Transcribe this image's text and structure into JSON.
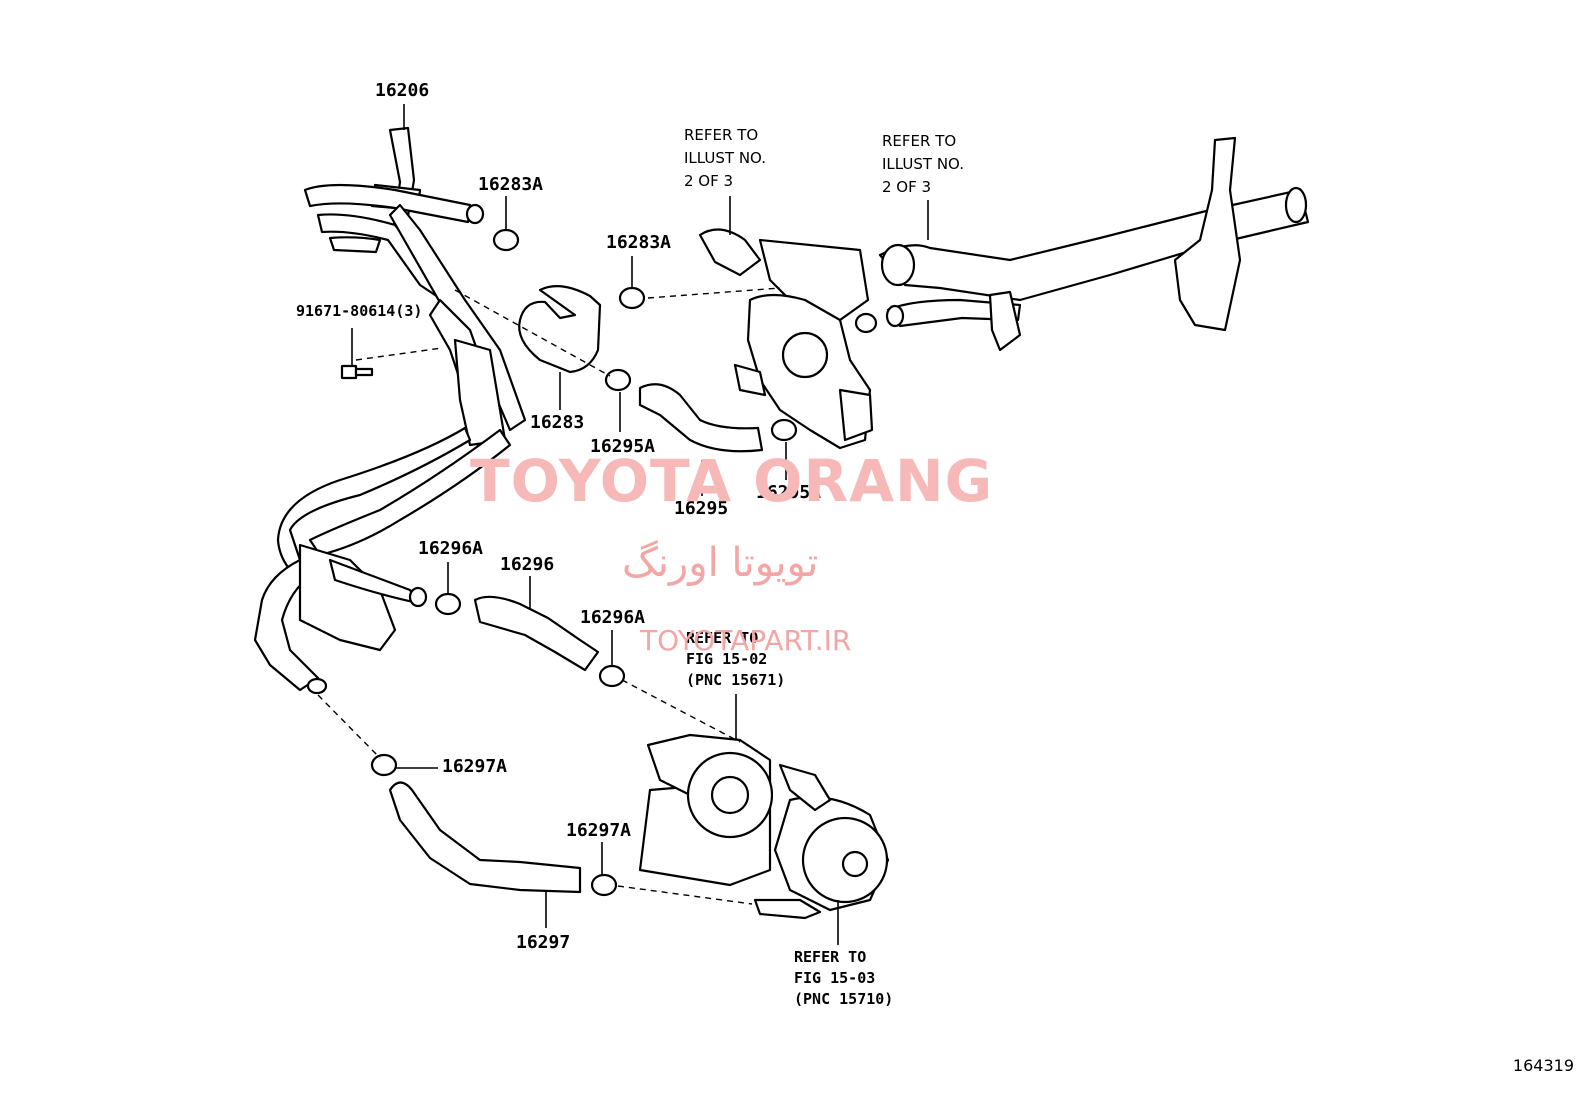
{
  "diagram": {
    "part_labels": {
      "p16206": "16206",
      "p16283A_a": "16283A",
      "p16283A_b": "16283A",
      "bolt": "91671-80614(3)",
      "p16283": "16283",
      "p16295A_a": "16295A",
      "p16295": "16295",
      "p16295A_b": "16295A",
      "p16296A_a": "16296A",
      "p16296": "16296",
      "p16296A_b": "16296A",
      "p16297A_a": "16297A",
      "p16297A_b": "16297A",
      "p16297": "16297"
    },
    "references": {
      "illust_left": "REFER TO\nILLUST NO.\n2 OF 3",
      "illust_right": "REFER TO\nILLUST NO.\n2 OF 3",
      "fig_15_02": "REFER TO\nFIG 15-02\n(PNC 15671)",
      "fig_15_03": "REFER TO\nFIG 15-03\n(PNC 15710)"
    },
    "illustration_code": "164319"
  },
  "watermark": {
    "line1": "TOYOTA ORANG",
    "line2": "تویوتا اورنگ",
    "line3": "TOYOTAPART.IR"
  }
}
